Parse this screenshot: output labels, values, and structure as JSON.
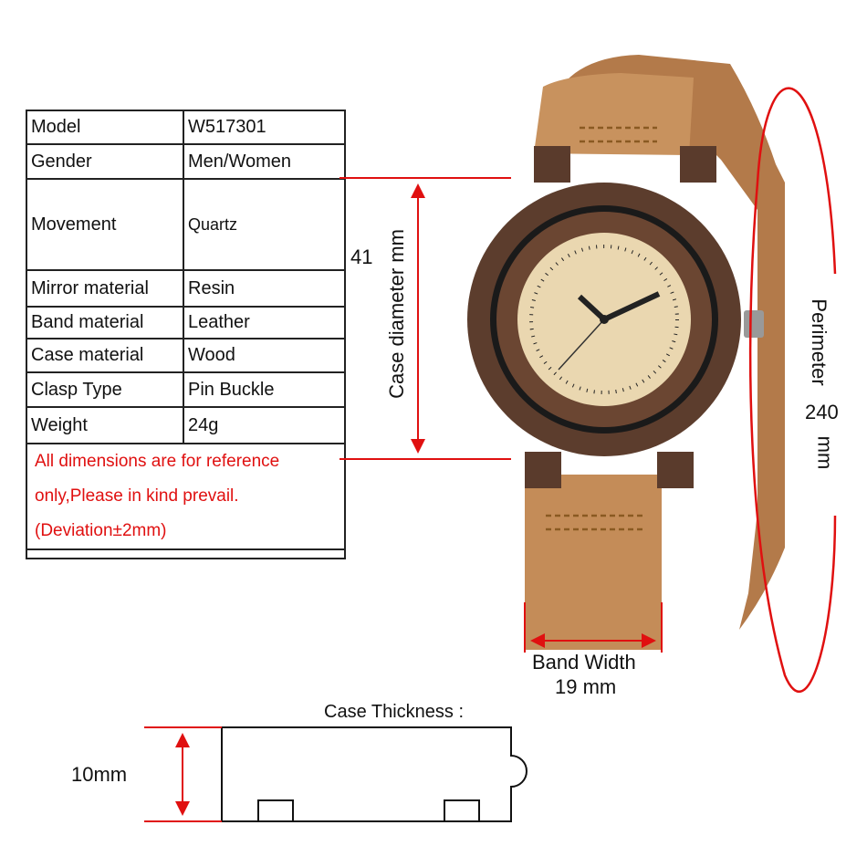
{
  "specs": [
    {
      "label": "Model",
      "value": "W517301"
    },
    {
      "label": "Gender",
      "value": "Men/Women"
    },
    {
      "label": "Movement",
      "value": "Quartz"
    },
    {
      "label": "Mirror material",
      "value": "Resin"
    },
    {
      "label": "Band material",
      "value": "Leather"
    },
    {
      "label": "Case material",
      "value": "Wood"
    },
    {
      "label": "Clasp Type",
      "value": "Pin Buckle"
    },
    {
      "label": "Weight",
      "value": "24g"
    }
  ],
  "note": {
    "line1": "All dimensions are for reference",
    "line2": "only,Please in kind prevail.",
    "line3": "(Deviation±2mm)"
  },
  "dimensions": {
    "case_diameter_label": "Case diameter  mm",
    "case_diameter_value": "41",
    "perimeter_label": "Perimeter",
    "perimeter_value": "240",
    "perimeter_unit": "mm",
    "band_width_label": "Band Width",
    "band_width_value": "19 mm",
    "case_thickness_label": "Case Thickness :",
    "case_thickness_value": "10mm"
  },
  "colors": {
    "accent": "#e01010",
    "strap": "#c08a58",
    "case": "#5a3b2c",
    "dial": "#ead7b0"
  }
}
